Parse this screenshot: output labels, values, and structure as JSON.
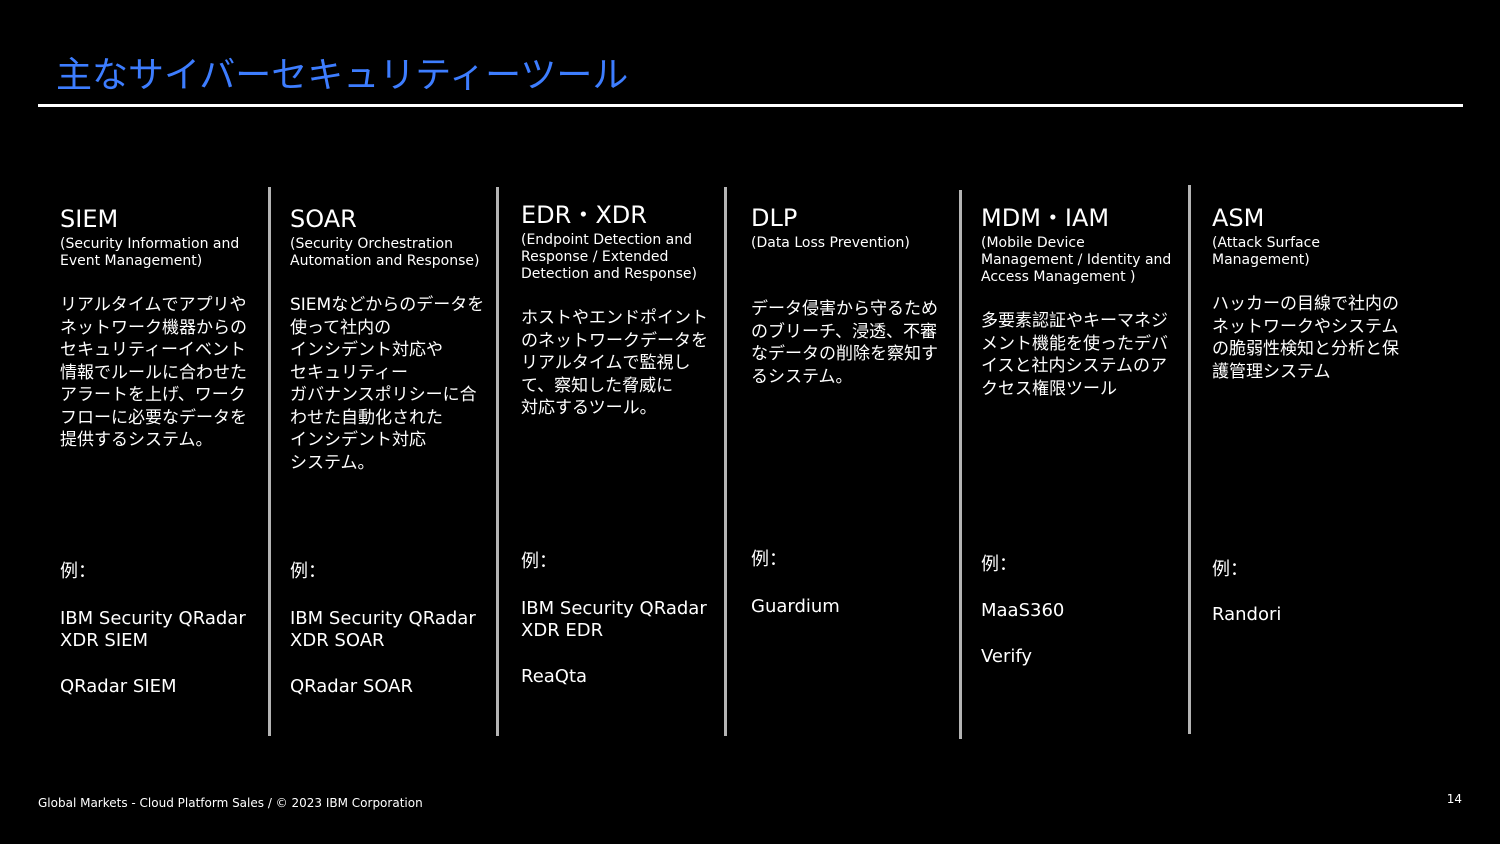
{
  "slide": {
    "title": "主なサイバーセキュリティーツール",
    "footer": "Global Markets - Cloud Platform Sales  / © 2023 IBM Corporation",
    "page_number": "14"
  },
  "columns": [
    {
      "name": "SIEM",
      "subtitle": "(Security Information and Event Management)",
      "description": "リアルタイムでアプリやネットワーク機器からのセキュリティーイベント情報でルールに合わせた\nアラートを上げ、ワークフローに必要なデータを提供するシステム。",
      "example_label": "例：",
      "products": [
        "IBM Security QRadar XDR SIEM",
        "QRadar SIEM"
      ]
    },
    {
      "name": "SOAR",
      "subtitle": "(Security Orchestration Automation and Response)",
      "description": "SIEMなどからのデータを使って社内の\nインシデント対応や\nセキュリティー\nガバナンスポリシーに合わせた自動化された\nインシデント対応\nシステム。",
      "example_label": "例：",
      "products": [
        "IBM Security QRadar XDR SOAR",
        "QRadar SOAR"
      ]
    },
    {
      "name": "EDR・XDR",
      "subtitle": "(Endpoint Detection and Response / Extended Detection and Response)",
      "description": "ホストやエンドポイントのネットワークデータをリアルタイムで監視して、察知した脅威に\n対応するツール。",
      "example_label": "例：",
      "products": [
        "IBM Security QRadar XDR EDR",
        "ReaQta"
      ]
    },
    {
      "name": "DLP",
      "subtitle": "(Data Loss Prevention)",
      "description": "データ侵害から守るためのブリーチ、浸透、不審なデータの削除を察知するシステム。",
      "example_label": "例：",
      "products": [
        "Guardium"
      ]
    },
    {
      "name": "MDM・IAM",
      "subtitle": "(Mobile Device Management / Identity and Access Management )",
      "description": "多要素認証やキーマネジメント機能を使ったデバイスと社内システムのアクセス権限ツール",
      "example_label": "例：",
      "products": [
        "MaaS360",
        "Verify"
      ]
    },
    {
      "name": "ASM",
      "subtitle": "(Attack Surface Management)",
      "description": "ハッカーの目線で社内のネットワークやシステムの脆弱性検知と分析と保護管理システム",
      "example_label": "例：",
      "products": [
        "Randori"
      ]
    }
  ]
}
